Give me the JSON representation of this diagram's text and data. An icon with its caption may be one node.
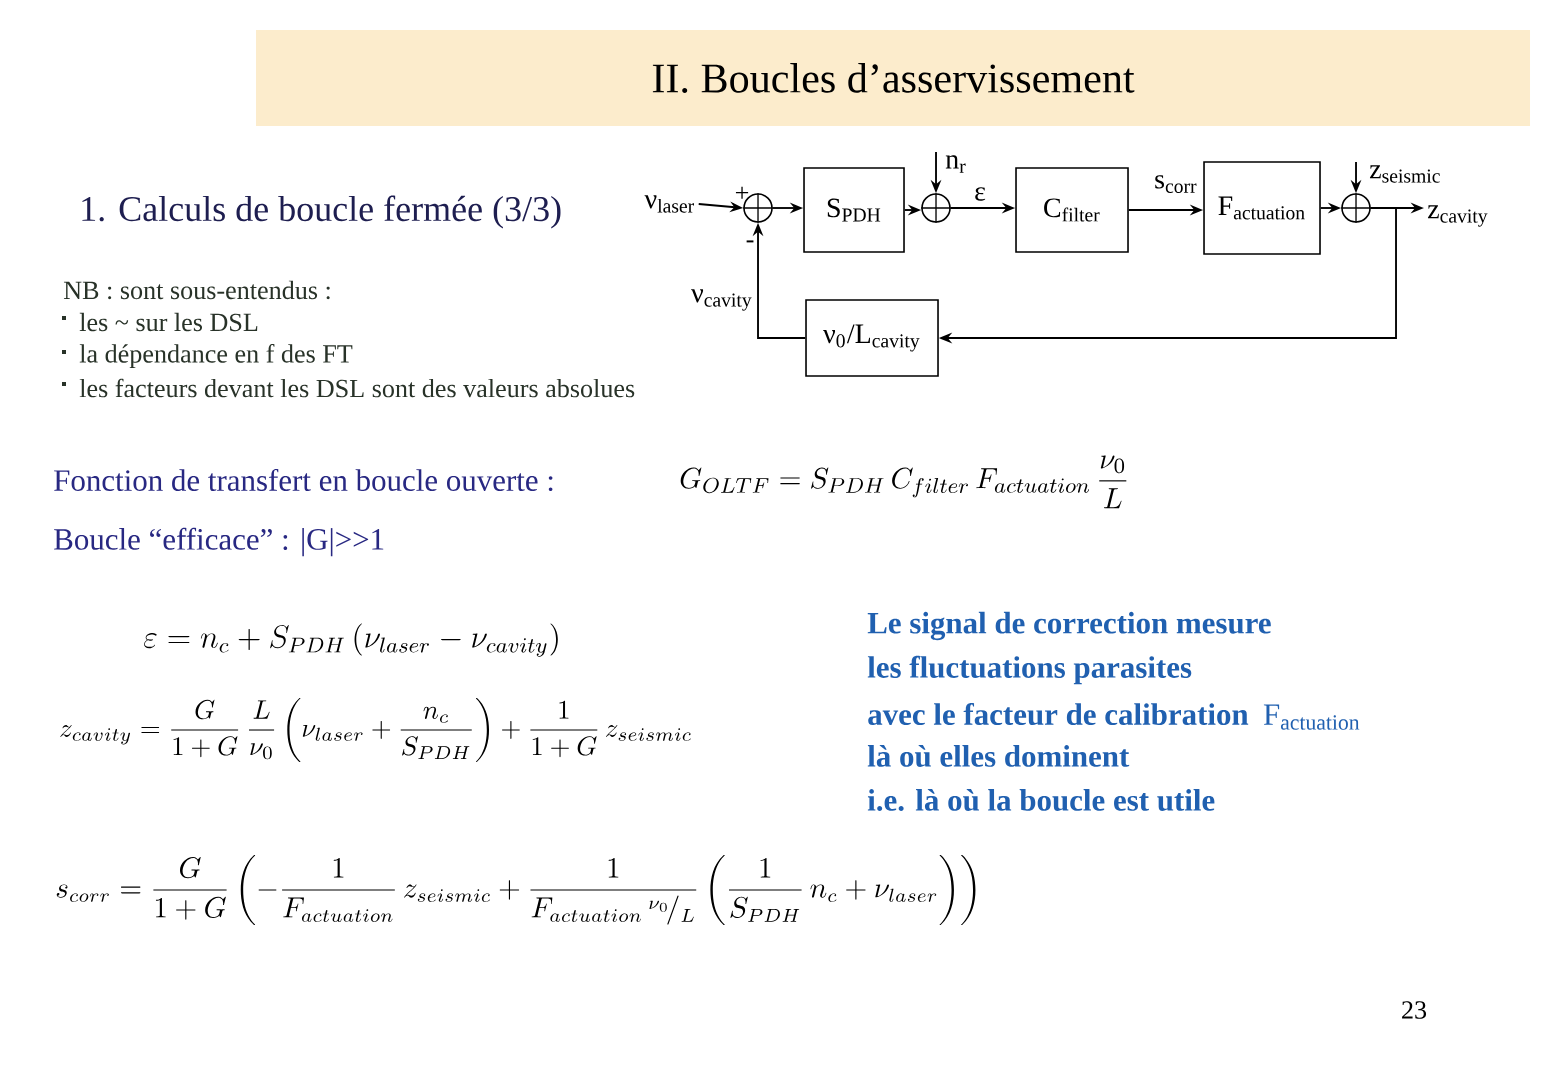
{
  "diagram": {
    "title": "II. Boucles d’asservissement",
    "nodes": [
      {
        "text": [],
        "shape": "circle",
        "beside": [
          "+",
          "-"
        ]
      },
      {
        "text": [
          "S$_{PDH}$"
        ]
      },
      {
        "text": [],
        "shape": "circle"
      },
      {
        "text": [
          "C$_{filter}$"
        ]
      },
      {
        "text": [
          "\\mathrm{F}_{\\mathrm{actuation}}"
        ]
      },
      {
        "text": [],
        "shape": "circle"
      },
      {
        "text": [
          "ν$_{0}$/L$_{cavity}$"
        ]
      },
      {
        "text": [
          "ν$_{laser}$"
        ]
      },
      {
        "text": [
          "n$_{r}$"
        ]
      },
      {
        "text": [
          "z$_{seismic}$"
        ]
      },
      {
        "text": [
          "z$_{cavity}$"
        ]
      }
    ],
    "edges": [
      {
        "from": 7,
        "to": 0,
        "arrow": "to"
      },
      {
        "from": 0,
        "to": 1,
        "arrow": "to"
      },
      {
        "from": 1,
        "to": 2,
        "arrow": "to"
      },
      {
        "from": 8,
        "to": 2,
        "arrow": "to"
      },
      {
        "from": 2,
        "to": 3,
        "arrow": "to",
        "label": "ε"
      },
      {
        "from": 3,
        "to": 4,
        "arrow": "to",
        "label": "s$_{corr}$"
      },
      {
        "from": 4,
        "to": 5,
        "arrow": "to"
      },
      {
        "from": 9,
        "to": 5,
        "arrow": "to"
      },
      {
        "from": 5,
        "to": 10,
        "arrow": "to"
      },
      {
        "from": 5,
        "to": 6,
        "arrow": "to"
      },
      {
        "from": 6,
        "to": 0,
        "arrow": "to",
        "label": "ν$_{cavity}$"
      }
    ],
    "labels": [
      "1. Calculs de boucle fermée (3/3)",
      "NB : sont sous-entendus :",
      "les ~ sur les DSL",
      "la dépendance en f des FT",
      "les facteurs devant les DSL sont des valeurs absolues",
      "Fonction de transfert en boucle ouverte :",
      "G_{OLTF} = S_{PDH}\\, C_{filter}\\, F_{actuation}\\,\\frac{\\nu_0}{L}",
      "Boucle “efficace” : |G|>>1",
      "\\varepsilon = n_c + S_{PDH}\\left(\\nu_{laser} - \\nu_{cavity}\\right)",
      "z_{cavity} = \\frac{G}{1+G}\\,\\frac{L}{\\nu_0}\\left(\\nu_{laser} + \\frac{n_c}{S_{PDH}}\\right) + \\frac{1}{1+G}\\, z_{seismic}",
      "s_{corr} = \\frac{G}{1+G}\\left(-\\frac{1}{F_{actuation}}\\, z_{seismic} + \\frac{1}{F_{actuation}\\,{}^{\\nu_0}\\!/_{L}}\\left(\\frac{1}{S_{PDH}}\\, n_c + \\nu_{laser}\\right)\\right)",
      "Le signal de correction mesure",
      "les fluctuations parasites",
      "avec le facteur de calibration",
      "\\mathrm{F}_{\\mathrm{actuation}}",
      "là où elles dominent",
      "i.e. là où la boucle est utile",
      "23"
    ]
  }
}
